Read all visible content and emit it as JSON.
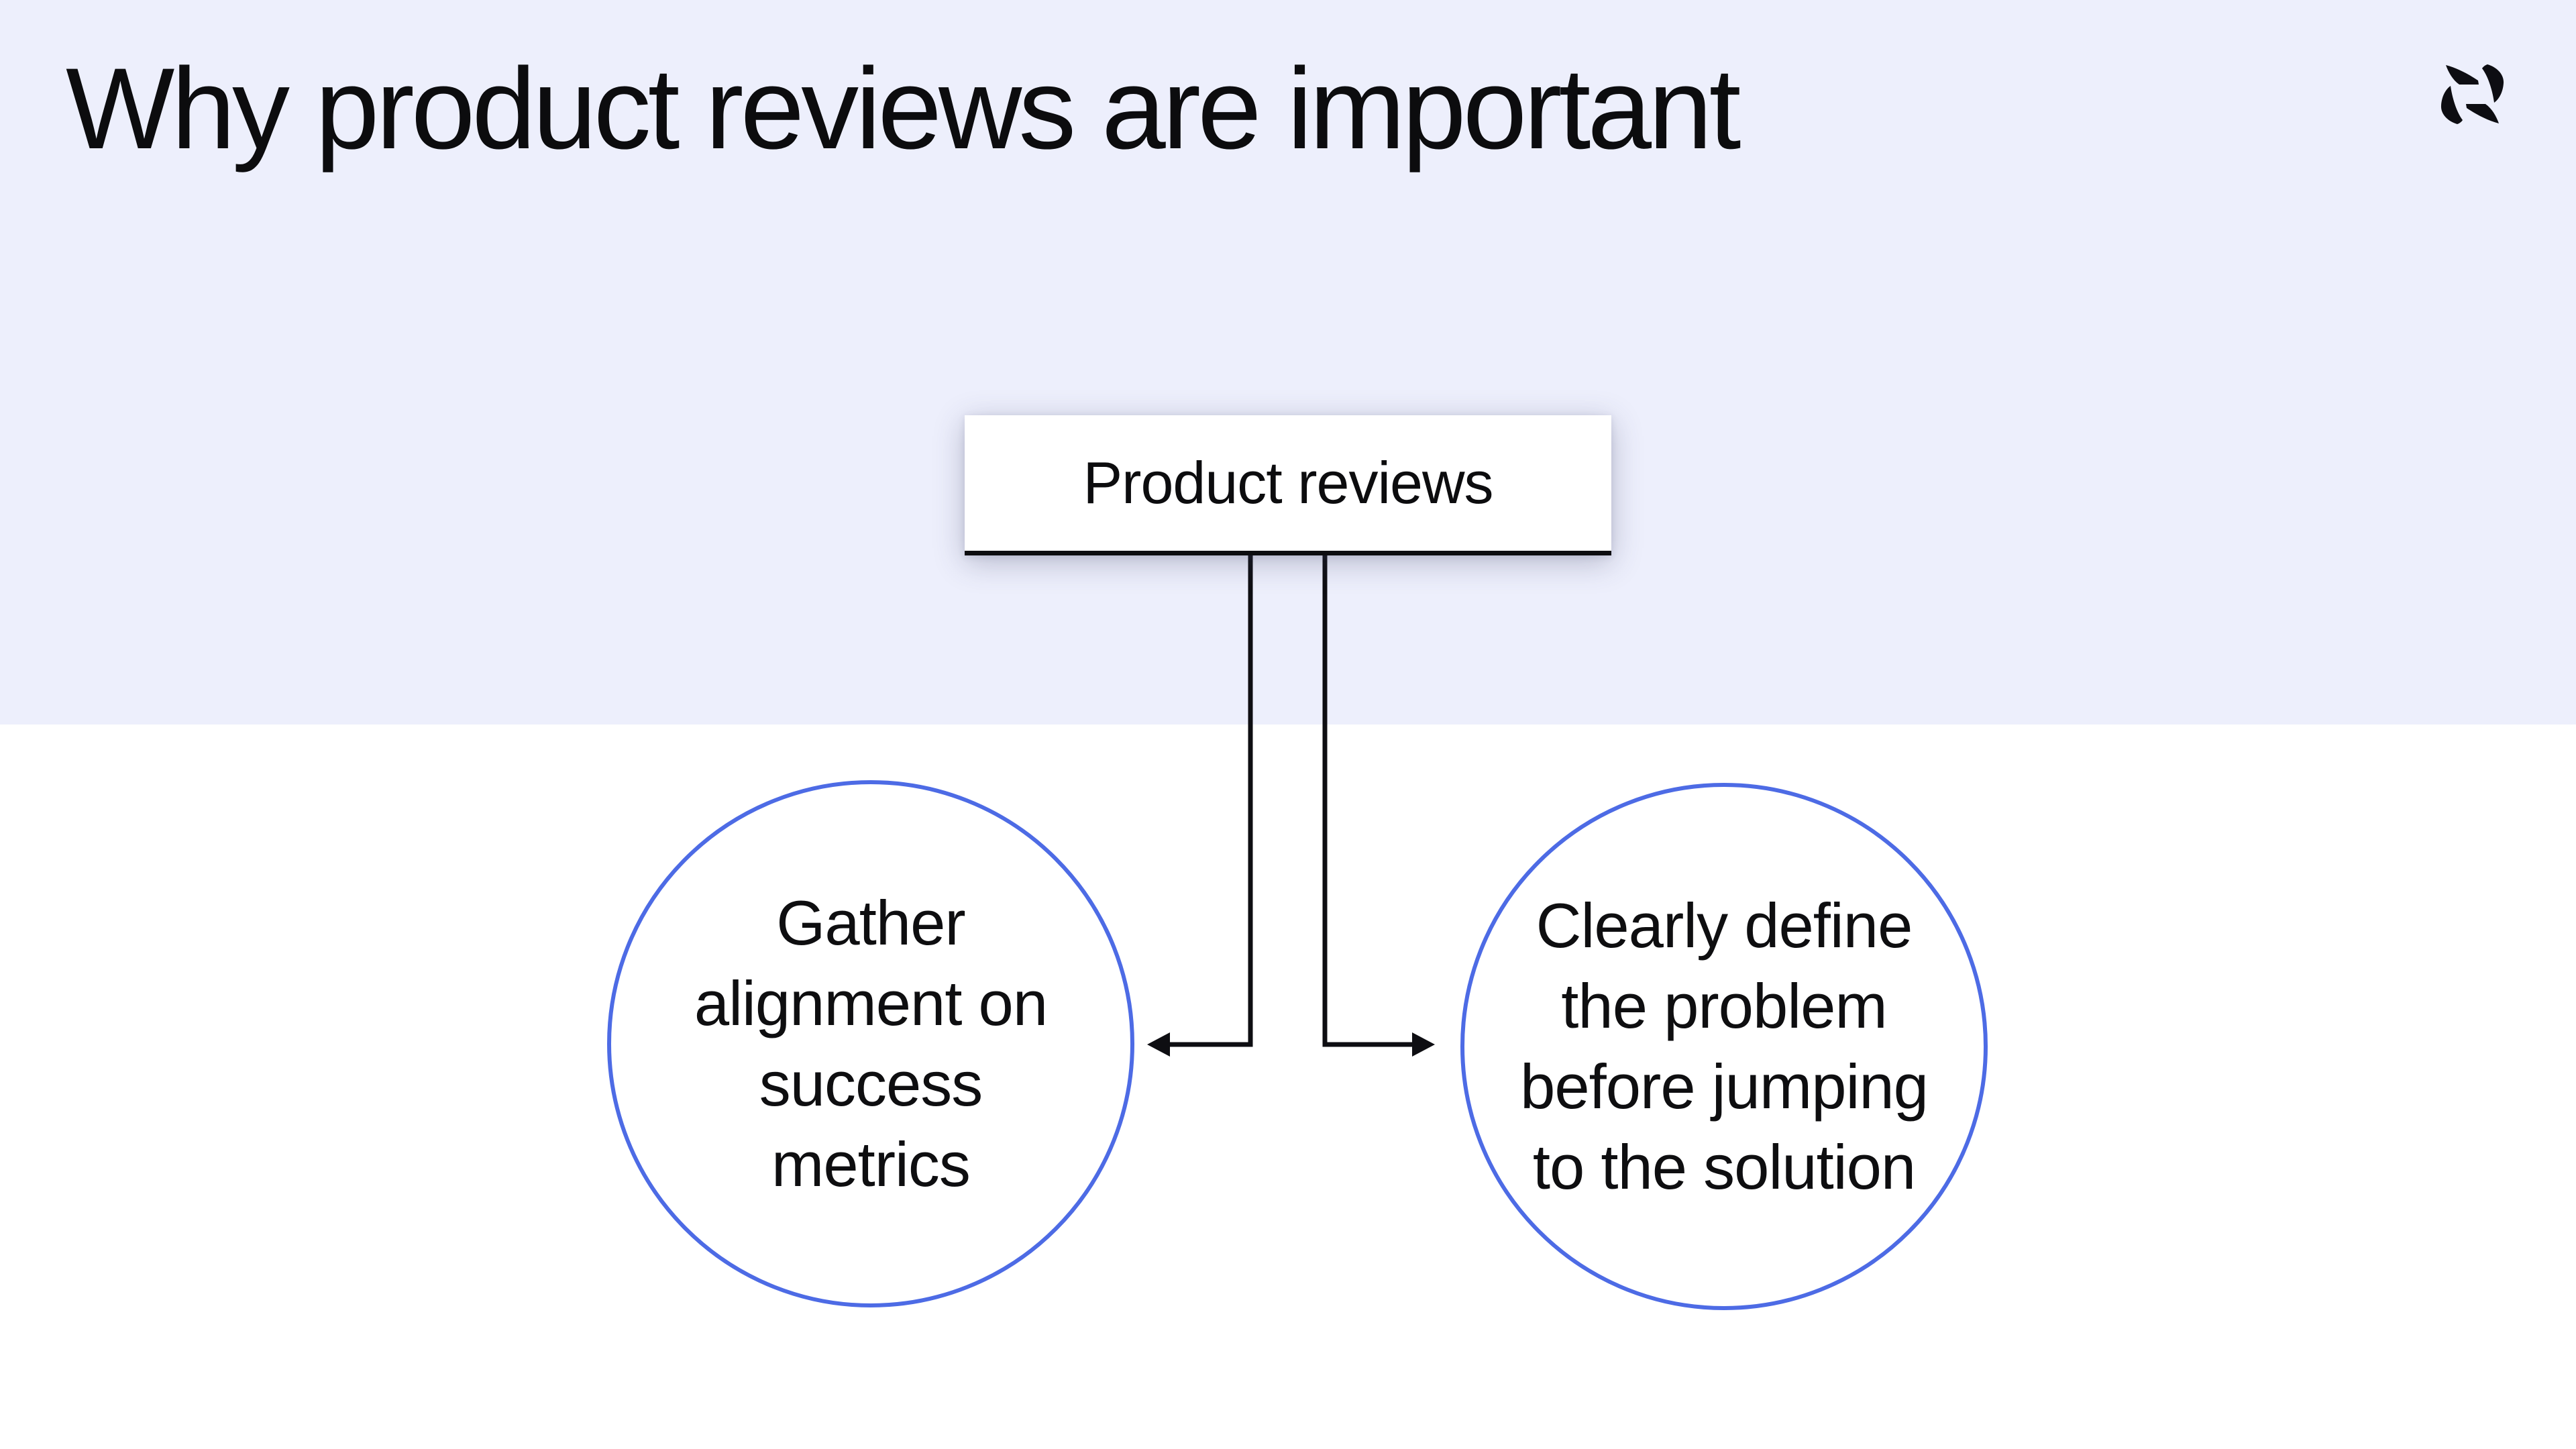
{
  "slide": {
    "title": "Why product reviews are important",
    "brand_logo_icon": "pinwheel-mark"
  },
  "diagram": {
    "root_label": "Product reviews",
    "branches": [
      {
        "text": "Gather alignment on success metrics",
        "lines": [
          "Gather",
          "alignment on",
          "success",
          "metrics"
        ]
      },
      {
        "text": "Clearly define the problem before jumping to the solution",
        "lines": [
          "Clearly define",
          "the problem",
          "before jumping",
          "to the solution"
        ]
      }
    ]
  },
  "colors": {
    "header_background": "#EDEFFC",
    "body_background": "#FFFFFF",
    "node_fill": "#FFFFFF",
    "node_border": "#0D0D10",
    "circle_stroke": "#4D6BE5",
    "connector": "#0E0E12",
    "logo": "#0D0D12",
    "text": "#0C0C0E"
  }
}
